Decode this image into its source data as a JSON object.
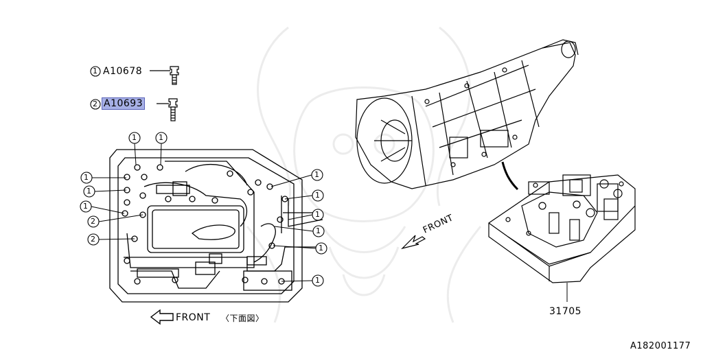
{
  "parts": {
    "bolt1": {
      "index": "1",
      "code": "A10678"
    },
    "bolt2": {
      "index": "2",
      "code": "A10693"
    }
  },
  "callouts": {
    "one": "1",
    "two": "2"
  },
  "labels": {
    "front_bottom": "FRONT",
    "bottom_view": "〈下面図〉",
    "front_iso": "FRONT",
    "part_number": "31705",
    "image_code": "A182001177"
  },
  "colors": {
    "highlight": "#a7b0e6",
    "watermark": "#ececec"
  }
}
